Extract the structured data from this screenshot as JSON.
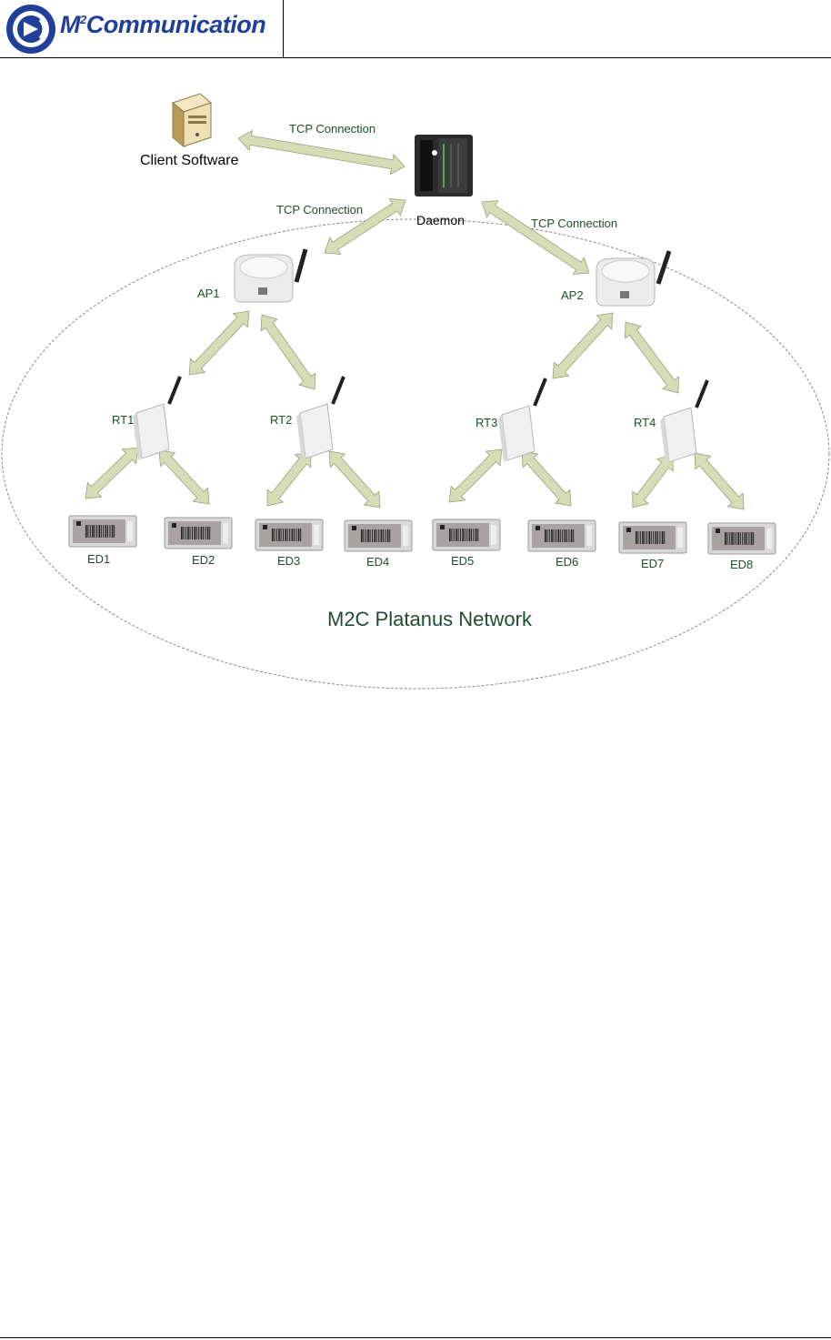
{
  "header": {
    "logo_brand_m": "M",
    "logo_brand_sup": "2",
    "logo_brand_rest": "Communication"
  },
  "diagram": {
    "client_label": "Client Software",
    "daemon_label": "Daemon",
    "tcp_client": "TCP Connection",
    "tcp_ap1": "TCP Connection",
    "tcp_ap2": "TCP Connection",
    "ap": [
      "AP1",
      "AP2"
    ],
    "rt": [
      "RT1",
      "RT2",
      "RT3",
      "RT4"
    ],
    "ed": [
      "ED1",
      "ED2",
      "ED3",
      "ED4",
      "ED5",
      "ED6",
      "ED7",
      "ED8"
    ],
    "network_label": "M2C Platanus Network"
  },
  "colors": {
    "arrow_fill": "#d6dcb5",
    "arrow_stroke": "#9aa07a",
    "label_green": "#1f4d2e",
    "logo_blue": "#1f3f9a"
  }
}
